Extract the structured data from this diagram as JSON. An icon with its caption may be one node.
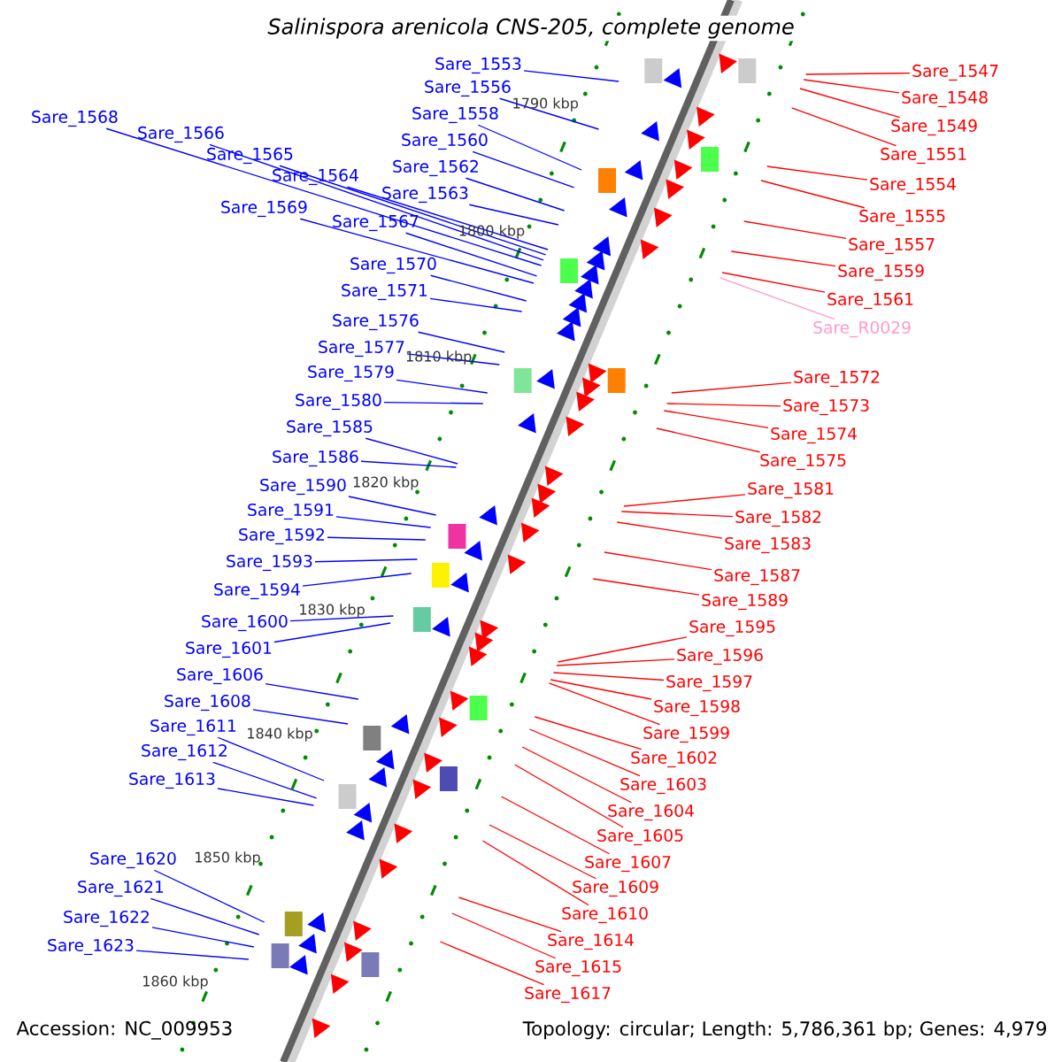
{
  "diagram": {
    "title": "Salinispora arenicola CNS-205, complete genome",
    "nodes": [
      {
        "text": [
          "Sare_1553"
        ]
      },
      {
        "text": [
          "Sare_1556"
        ]
      },
      {
        "text": [
          "Sare_1558"
        ]
      },
      {
        "text": [
          "Sare_1568"
        ]
      },
      {
        "text": [
          "Sare_1566"
        ]
      },
      {
        "text": [
          "Sare_1560"
        ]
      },
      {
        "text": [
          "Sare_1565"
        ]
      },
      {
        "text": [
          "Sare_1562"
        ]
      },
      {
        "text": [
          "Sare_1564"
        ]
      },
      {
        "text": [
          "Sare_1563"
        ]
      },
      {
        "text": [
          "Sare_1569"
        ]
      },
      {
        "text": [
          "Sare_1567"
        ]
      },
      {
        "text": [
          "Sare_1570"
        ]
      },
      {
        "text": [
          "Sare_1571"
        ]
      },
      {
        "text": [
          "Sare_1576"
        ]
      },
      {
        "text": [
          "Sare_1577"
        ]
      },
      {
        "text": [
          "Sare_1579"
        ]
      },
      {
        "text": [
          "Sare_1580"
        ]
      },
      {
        "text": [
          "Sare_1585"
        ]
      },
      {
        "text": [
          "Sare_1586"
        ]
      },
      {
        "text": [
          "Sare_1590"
        ]
      },
      {
        "text": [
          "Sare_1591"
        ]
      },
      {
        "text": [
          "Sare_1592"
        ]
      },
      {
        "text": [
          "Sare_1593"
        ]
      },
      {
        "text": [
          "Sare_1594"
        ]
      },
      {
        "text": [
          "Sare_1600"
        ]
      },
      {
        "text": [
          "Sare_1601"
        ]
      },
      {
        "text": [
          "Sare_1606"
        ]
      },
      {
        "text": [
          "Sare_1608"
        ]
      },
      {
        "text": [
          "Sare_1611"
        ]
      },
      {
        "text": [
          "Sare_1612"
        ]
      },
      {
        "text": [
          "Sare_1613"
        ]
      },
      {
        "text": [
          "Sare_1620"
        ]
      },
      {
        "text": [
          "Sare_1621"
        ]
      },
      {
        "text": [
          "Sare_1622"
        ]
      },
      {
        "text": [
          "Sare_1623"
        ]
      },
      {
        "text": [
          "Sare_1547"
        ]
      },
      {
        "text": [
          "Sare_1548"
        ]
      },
      {
        "text": [
          "Sare_1549"
        ]
      },
      {
        "text": [
          "Sare_1551"
        ]
      },
      {
        "text": [
          "Sare_1554"
        ]
      },
      {
        "text": [
          "Sare_1555"
        ]
      },
      {
        "text": [
          "Sare_1557"
        ]
      },
      {
        "text": [
          "Sare_1559"
        ]
      },
      {
        "text": [
          "Sare_1561"
        ]
      },
      {
        "text": [
          "Sare_R0029"
        ]
      },
      {
        "text": [
          "Sare_1572"
        ]
      },
      {
        "text": [
          "Sare_1573"
        ]
      },
      {
        "text": [
          "Sare_1574"
        ]
      },
      {
        "text": [
          "Sare_1575"
        ]
      },
      {
        "text": [
          "Sare_1581"
        ]
      },
      {
        "text": [
          "Sare_1582"
        ]
      },
      {
        "text": [
          "Sare_1583"
        ]
      },
      {
        "text": [
          "Sare_1587"
        ]
      },
      {
        "text": [
          "Sare_1589"
        ]
      },
      {
        "text": [
          "Sare_1595"
        ]
      },
      {
        "text": [
          "Sare_1596"
        ]
      },
      {
        "text": [
          "Sare_1597"
        ]
      },
      {
        "text": [
          "Sare_1598"
        ]
      },
      {
        "text": [
          "Sare_1599"
        ]
      },
      {
        "text": [
          "Sare_1602"
        ]
      },
      {
        "text": [
          "Sare_1603"
        ]
      },
      {
        "text": [
          "Sare_1604"
        ]
      },
      {
        "text": [
          "Sare_1605"
        ]
      },
      {
        "text": [
          "Sare_1607"
        ]
      },
      {
        "text": [
          "Sare_1609"
        ]
      },
      {
        "text": [
          "Sare_1610"
        ]
      },
      {
        "text": [
          "Sare_1614"
        ]
      },
      {
        "text": [
          "Sare_1615"
        ]
      },
      {
        "text": [
          "Sare_1617"
        ]
      }
    ],
    "edges": [
      {
        "from": 0,
        "to": null,
        "arrow": "none",
        "color": "#0000ff"
      },
      {
        "from": 1,
        "to": null,
        "arrow": "none",
        "color": "#0000ff"
      },
      {
        "from": 2,
        "to": null,
        "arrow": "none",
        "color": "#0000ff"
      },
      {
        "from": 3,
        "to": null,
        "arrow": "none",
        "color": "#0000ff"
      },
      {
        "from": 4,
        "to": null,
        "arrow": "none",
        "color": "#0000ff"
      },
      {
        "from": 5,
        "to": null,
        "arrow": "none",
        "color": "#0000ff"
      },
      {
        "from": 6,
        "to": null,
        "arrow": "none",
        "color": "#0000ff"
      },
      {
        "from": 7,
        "to": null,
        "arrow": "none",
        "color": "#0000ff"
      },
      {
        "from": 8,
        "to": null,
        "arrow": "none",
        "color": "#0000ff"
      },
      {
        "from": 9,
        "to": null,
        "arrow": "none",
        "color": "#0000ff"
      },
      {
        "from": 10,
        "to": null,
        "arrow": "none",
        "color": "#0000ff"
      },
      {
        "from": 11,
        "to": null,
        "arrow": "none",
        "color": "#0000ff"
      },
      {
        "from": 12,
        "to": null,
        "arrow": "none",
        "color": "#0000ff"
      },
      {
        "from": 13,
        "to": null,
        "arrow": "none",
        "color": "#0000ff"
      },
      {
        "from": 14,
        "to": null,
        "arrow": "none",
        "color": "#0000ff"
      },
      {
        "from": 15,
        "to": null,
        "arrow": "none",
        "color": "#0000ff"
      },
      {
        "from": 16,
        "to": null,
        "arrow": "none",
        "color": "#0000ff"
      },
      {
        "from": 17,
        "to": null,
        "arrow": "none",
        "color": "#0000ff"
      },
      {
        "from": 18,
        "to": null,
        "arrow": "none",
        "color": "#0000ff"
      },
      {
        "from": 19,
        "to": null,
        "arrow": "none",
        "color": "#0000ff"
      },
      {
        "from": 20,
        "to": null,
        "arrow": "none",
        "color": "#0000ff"
      },
      {
        "from": 21,
        "to": null,
        "arrow": "none",
        "color": "#0000ff"
      },
      {
        "from": 22,
        "to": null,
        "arrow": "none",
        "color": "#0000ff"
      },
      {
        "from": 23,
        "to": null,
        "arrow": "none",
        "color": "#0000ff"
      },
      {
        "from": 24,
        "to": null,
        "arrow": "none",
        "color": "#0000ff"
      },
      {
        "from": 25,
        "to": null,
        "arrow": "none",
        "color": "#0000ff"
      },
      {
        "from": 26,
        "to": null,
        "arrow": "none",
        "color": "#0000ff"
      },
      {
        "from": 27,
        "to": null,
        "arrow": "none",
        "color": "#0000ff"
      },
      {
        "from": 28,
        "to": null,
        "arrow": "none",
        "color": "#0000ff"
      },
      {
        "from": 29,
        "to": null,
        "arrow": "none",
        "color": "#0000ff"
      },
      {
        "from": 30,
        "to": null,
        "arrow": "none",
        "color": "#0000ff"
      },
      {
        "from": 31,
        "to": null,
        "arrow": "none",
        "color": "#0000ff"
      },
      {
        "from": 32,
        "to": null,
        "arrow": "none",
        "color": "#0000ff"
      },
      {
        "from": 33,
        "to": null,
        "arrow": "none",
        "color": "#0000ff"
      },
      {
        "from": 34,
        "to": null,
        "arrow": "none",
        "color": "#0000ff"
      },
      {
        "from": 35,
        "to": null,
        "arrow": "none",
        "color": "#0000ff"
      },
      {
        "from": 36,
        "to": null,
        "arrow": "none",
        "color": "#ff0000"
      },
      {
        "from": 37,
        "to": null,
        "arrow": "none",
        "color": "#ff0000"
      },
      {
        "from": 38,
        "to": null,
        "arrow": "none",
        "color": "#ff0000"
      },
      {
        "from": 39,
        "to": null,
        "arrow": "none",
        "color": "#ff0000"
      },
      {
        "from": 40,
        "to": null,
        "arrow": "none",
        "color": "#ff0000"
      },
      {
        "from": 41,
        "to": null,
        "arrow": "none",
        "color": "#ff0000"
      },
      {
        "from": 42,
        "to": null,
        "arrow": "none",
        "color": "#ff0000"
      },
      {
        "from": 43,
        "to": null,
        "arrow": "none",
        "color": "#ff0000"
      },
      {
        "from": 44,
        "to": null,
        "arrow": "none",
        "color": "#ff0000"
      },
      {
        "from": 45,
        "to": null,
        "arrow": "none",
        "color": "#ff99cc"
      },
      {
        "from": 46,
        "to": null,
        "arrow": "none",
        "color": "#ff0000"
      },
      {
        "from": 47,
        "to": null,
        "arrow": "none",
        "color": "#ff0000"
      },
      {
        "from": 48,
        "to": null,
        "arrow": "none",
        "color": "#ff0000"
      },
      {
        "from": 49,
        "to": null,
        "arrow": "none",
        "color": "#ff0000"
      },
      {
        "from": 50,
        "to": null,
        "arrow": "none",
        "color": "#ff0000"
      },
      {
        "from": 51,
        "to": null,
        "arrow": "none",
        "color": "#ff0000"
      },
      {
        "from": 52,
        "to": null,
        "arrow": "none",
        "color": "#ff0000"
      },
      {
        "from": 53,
        "to": null,
        "arrow": "none",
        "color": "#ff0000"
      },
      {
        "from": 54,
        "to": null,
        "arrow": "none",
        "color": "#ff0000"
      },
      {
        "from": 55,
        "to": null,
        "arrow": "none",
        "color": "#ff0000"
      },
      {
        "from": 56,
        "to": null,
        "arrow": "none",
        "color": "#ff0000"
      },
      {
        "from": 57,
        "to": null,
        "arrow": "none",
        "color": "#ff0000"
      },
      {
        "from": 58,
        "to": null,
        "arrow": "none",
        "color": "#ff0000"
      },
      {
        "from": 59,
        "to": null,
        "arrow": "none",
        "color": "#ff0000"
      },
      {
        "from": 60,
        "to": null,
        "arrow": "none",
        "color": "#ff0000"
      },
      {
        "from": 61,
        "to": null,
        "arrow": "none",
        "color": "#ff0000"
      },
      {
        "from": 62,
        "to": null,
        "arrow": "none",
        "color": "#ff0000"
      },
      {
        "from": 63,
        "to": null,
        "arrow": "none",
        "color": "#ff0000"
      },
      {
        "from": 64,
        "to": null,
        "arrow": "none",
        "color": "#ff0000"
      },
      {
        "from": 65,
        "to": null,
        "arrow": "none",
        "color": "#ff0000"
      },
      {
        "from": 66,
        "to": null,
        "arrow": "none",
        "color": "#ff0000"
      },
      {
        "from": 67,
        "to": null,
        "arrow": "none",
        "color": "#ff0000"
      },
      {
        "from": 68,
        "to": null,
        "arrow": "none",
        "color": "#ff0000"
      },
      {
        "from": 69,
        "to": null,
        "arrow": "none",
        "color": "#ff0000"
      }
    ],
    "labels": [
      "1790 kbp",
      "1800 kbp",
      "1810 kbp",
      "1820 kbp",
      "1830 kbp",
      "1840 kbp",
      "1850 kbp",
      "1860 kbp",
      "Accession: NC_009953",
      "Topology: circular; Length: 5,786,361 bp; Genes: 4,979"
    ]
  }
}
